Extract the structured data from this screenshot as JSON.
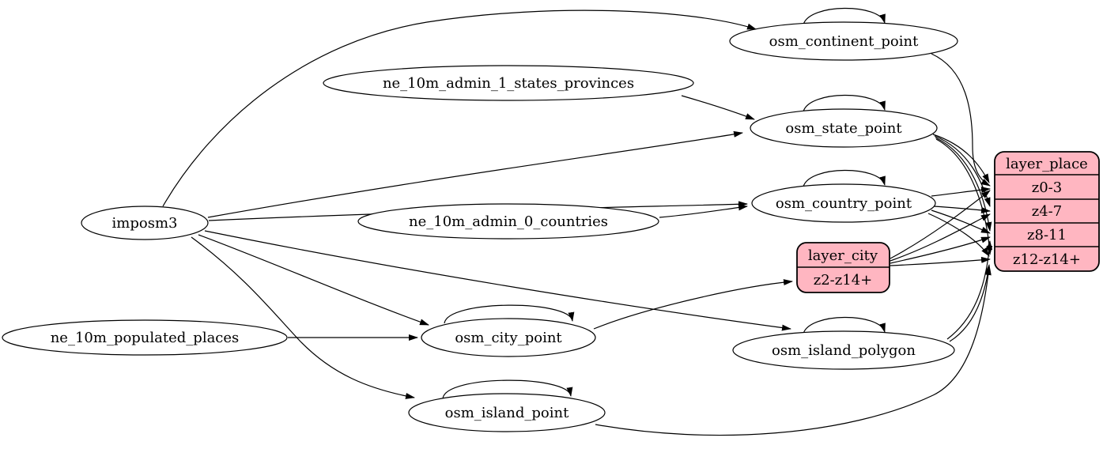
{
  "diagram": {
    "type": "etl-graph",
    "colors": {
      "background": "#ffffff",
      "table_node_fill": "#ffffff",
      "layer_node_fill": "#ffb6c1",
      "stroke": "#000000"
    },
    "nodes": {
      "imposm3": {
        "label": "imposm3"
      },
      "ne_10m_admin_1_states_provinces": {
        "label": "ne_10m_admin_1_states_provinces"
      },
      "ne_10m_admin_0_countries": {
        "label": "ne_10m_admin_0_countries"
      },
      "ne_10m_populated_places": {
        "label": "ne_10m_populated_places"
      },
      "osm_continent_point": {
        "label": "osm_continent_point"
      },
      "osm_state_point": {
        "label": "osm_state_point"
      },
      "osm_country_point": {
        "label": "osm_country_point"
      },
      "osm_city_point": {
        "label": "osm_city_point"
      },
      "osm_island_polygon": {
        "label": "osm_island_polygon"
      },
      "osm_island_point": {
        "label": "osm_island_point"
      },
      "layer_city": {
        "label": "layer_city",
        "rows": [
          "z2-z14+"
        ]
      },
      "layer_place": {
        "label": "layer_place",
        "rows": [
          "z0-3",
          "z4-7",
          "z8-11",
          "z12-z14+"
        ]
      }
    },
    "edges": [
      {
        "from": "imposm3",
        "to": "osm_continent_point"
      },
      {
        "from": "imposm3",
        "to": "osm_state_point"
      },
      {
        "from": "imposm3",
        "to": "osm_country_point"
      },
      {
        "from": "imposm3",
        "to": "osm_city_point"
      },
      {
        "from": "imposm3",
        "to": "osm_island_polygon"
      },
      {
        "from": "imposm3",
        "to": "osm_island_point"
      },
      {
        "from": "ne_10m_admin_1_states_provinces",
        "to": "osm_state_point"
      },
      {
        "from": "ne_10m_admin_0_countries",
        "to": "osm_country_point"
      },
      {
        "from": "ne_10m_populated_places",
        "to": "osm_city_point"
      },
      {
        "from": "osm_continent_point",
        "to": "osm_continent_point"
      },
      {
        "from": "osm_state_point",
        "to": "osm_state_point"
      },
      {
        "from": "osm_country_point",
        "to": "osm_country_point"
      },
      {
        "from": "osm_city_point",
        "to": "osm_city_point"
      },
      {
        "from": "osm_island_polygon",
        "to": "osm_island_polygon"
      },
      {
        "from": "osm_island_point",
        "to": "osm_island_point"
      },
      {
        "from": "osm_city_point",
        "to": "layer_city",
        "to_port": "z2-z14+"
      },
      {
        "from": "osm_continent_point",
        "to": "layer_place",
        "to_port": "z0-3"
      },
      {
        "from": "osm_state_point",
        "to": "layer_place",
        "to_port": "z0-3"
      },
      {
        "from": "osm_state_point",
        "to": "layer_place",
        "to_port": "z4-7"
      },
      {
        "from": "osm_state_point",
        "to": "layer_place",
        "to_port": "z8-11"
      },
      {
        "from": "osm_state_point",
        "to": "layer_place",
        "to_port": "z12-z14+"
      },
      {
        "from": "osm_country_point",
        "to": "layer_place",
        "to_port": "z0-3"
      },
      {
        "from": "osm_country_point",
        "to": "layer_place",
        "to_port": "z4-7"
      },
      {
        "from": "osm_country_point",
        "to": "layer_place",
        "to_port": "z8-11"
      },
      {
        "from": "osm_country_point",
        "to": "layer_place",
        "to_port": "z12-z14+"
      },
      {
        "from": "layer_city",
        "to": "layer_place",
        "to_port": "z0-3"
      },
      {
        "from": "layer_city",
        "to": "layer_place",
        "to_port": "z4-7"
      },
      {
        "from": "layer_city",
        "to": "layer_place",
        "to_port": "z8-11"
      },
      {
        "from": "layer_city",
        "to": "layer_place",
        "to_port": "z12-z14+"
      },
      {
        "from": "osm_island_polygon",
        "to": "layer_place",
        "to_port": "z8-11"
      },
      {
        "from": "osm_island_polygon",
        "to": "layer_place",
        "to_port": "z12-z14+"
      },
      {
        "from": "osm_island_point",
        "to": "layer_place",
        "to_port": "z12-z14+"
      }
    ]
  }
}
